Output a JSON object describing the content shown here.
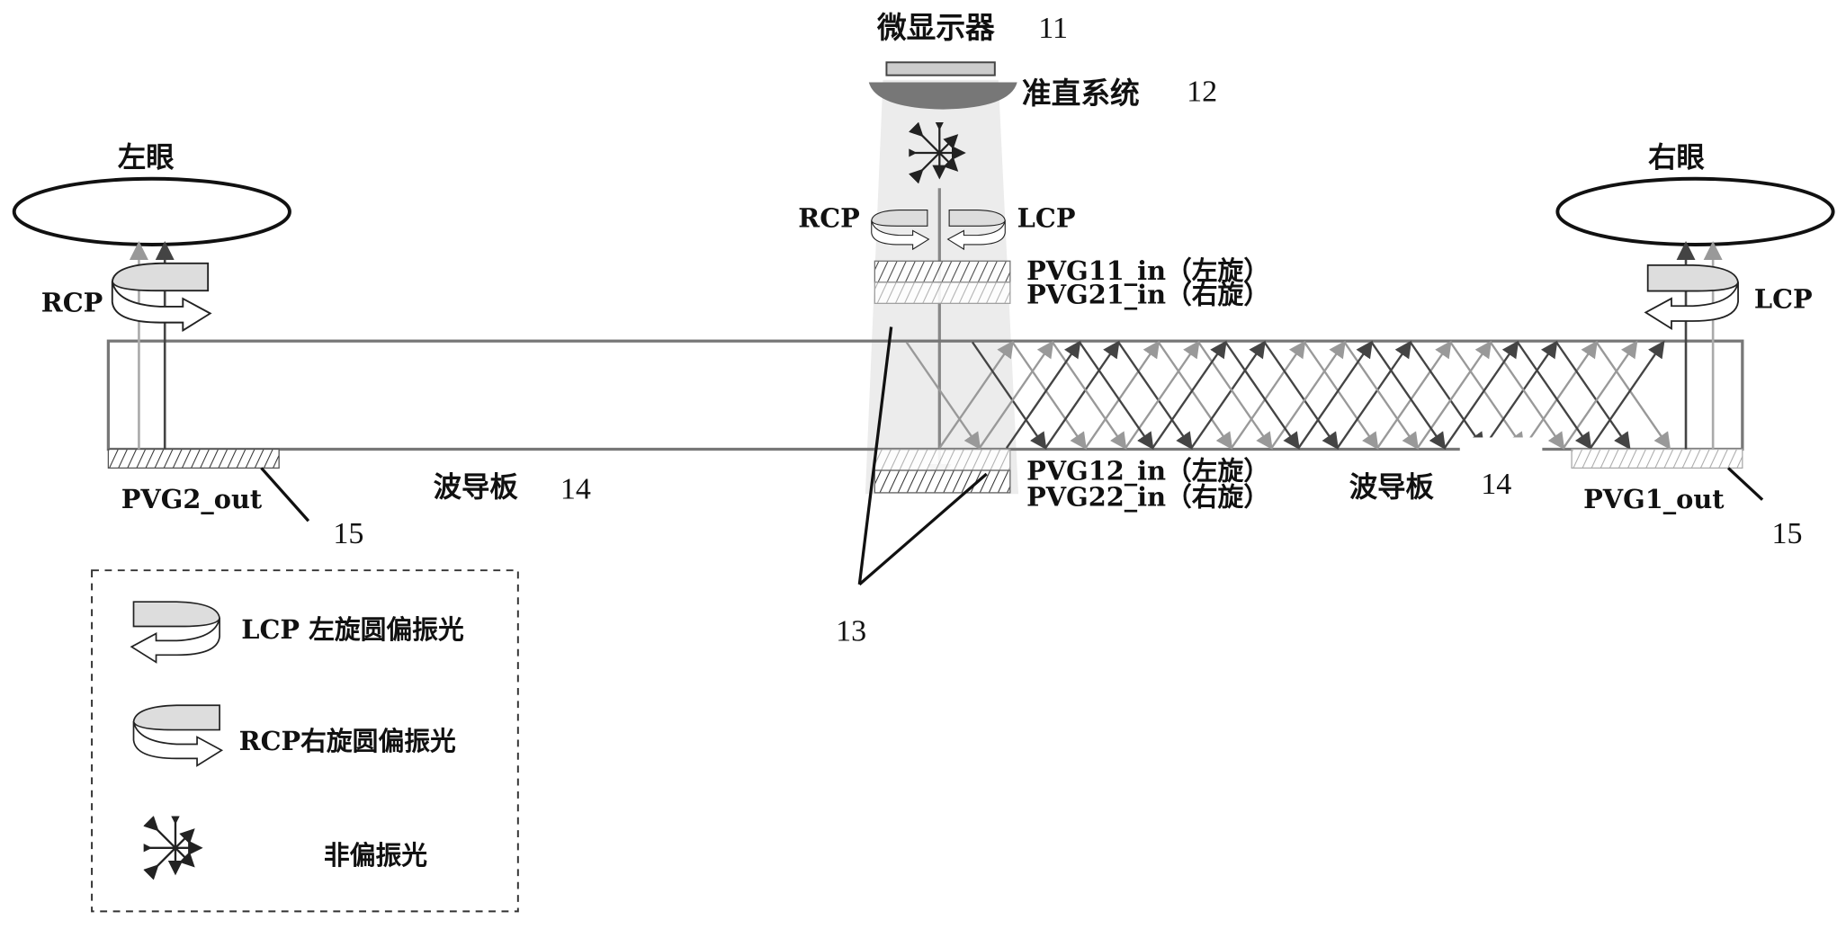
{
  "top": {
    "micro_display": {
      "label": "微显示器",
      "ref": "11"
    },
    "collimator": {
      "label": "准直系统",
      "ref": "12"
    },
    "rcp_label": "RCP",
    "lcp_label": "LCP"
  },
  "eyes": {
    "left": "左眼",
    "right": "右眼"
  },
  "side": {
    "left_pol": "RCP",
    "right_pol": "LCP"
  },
  "gratings": {
    "pvg11": "PVG11_in（左旋）",
    "pvg21": "PVG21_in（右旋）",
    "pvg12": "PVG12_in（左旋）",
    "pvg22": "PVG22_in（右旋）",
    "pvg2_out": "PVG2_out",
    "pvg1_out": "PVG1_out",
    "out_ref": "15",
    "in_ref": "13"
  },
  "waveguide": {
    "label": "波导板",
    "ref": "14"
  },
  "legend": {
    "lcp": "LCP 左旋圆偏振光",
    "rcp": "RCP右旋圆偏振光",
    "unpolarized": "非偏振光"
  },
  "colors": {
    "dark": "#444444",
    "light": "#999999",
    "beam": "#ececec",
    "collimator": "#777777"
  }
}
